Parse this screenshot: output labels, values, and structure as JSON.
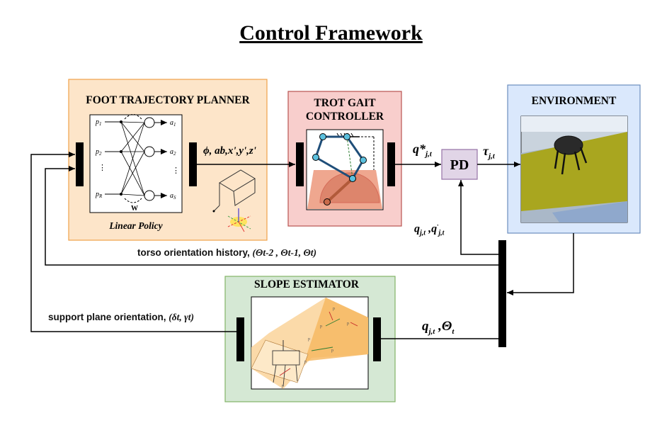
{
  "title": "Control Framework",
  "blocks": {
    "planner": {
      "label": "FOOT TRAJECTORY PLANNER",
      "caption": "Linear Policy",
      "fill": "#fde5c9",
      "stroke": "#f0a24a"
    },
    "trot": {
      "label_line1": "TROT GAIT",
      "label_line2": "CONTROLLER",
      "fill": "#f8cecc",
      "stroke": "#b85450"
    },
    "environment": {
      "label": "ENVIRONMENT",
      "fill": "#dae8fc",
      "stroke": "#6c8ebf"
    },
    "pd": {
      "label": "PD",
      "fill": "#e1d5e7",
      "stroke": "#9673a6"
    },
    "slope": {
      "label": "SLOPE ESTIMATOR",
      "fill": "#d5e8d4",
      "stroke": "#82b366"
    }
  },
  "network": {
    "inputs": [
      "p1",
      "p2",
      "pR"
    ],
    "outputs": [
      "a1",
      "a2",
      "aS"
    ],
    "weight_label": "W"
  },
  "signals": {
    "planner_output": "ϕ, ab,x',y',z'",
    "trot_output_main": "q*",
    "trot_output_sub": "j,t",
    "torque_main": "τ",
    "torque_sub": "j,t",
    "feedback_pd": "q",
    "feedback_pd_sub1": "j,t",
    "feedback_pd_mid": " ,q",
    "feedback_pd_sub2": "j,t",
    "slope_input_main": "q",
    "slope_input_sub": "j,t",
    "slope_input_theta": " ,Θ",
    "slope_input_theta_sub": "t",
    "torso_history_text": "torso orientation history, ",
    "torso_history_math": "(Θt-2 , Θt-1, Θt)",
    "support_plane_text": "support plane orientation, ",
    "support_plane_math": "(δt, γt)"
  }
}
